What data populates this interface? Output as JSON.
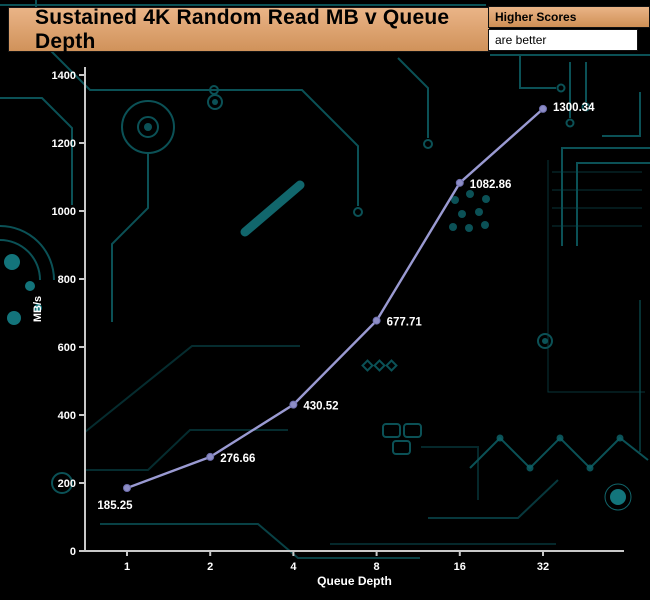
{
  "title": "Sustained 4K Random Read MB v Queue Depth",
  "legend": {
    "higher_scores": "Higher Scores",
    "are_better": "are better"
  },
  "colors": {
    "background": "#000000",
    "accent_tan": "#d89b62",
    "circuit_teal": "#0d6066",
    "line_purple": "#9a9ad2",
    "label_text": "#ffffff"
  },
  "chart_data": {
    "type": "line",
    "title": "Sustained 4K Random Read MB v Queue Depth",
    "xlabel": "Queue Depth",
    "ylabel": "MB/s",
    "categories": [
      "1",
      "2",
      "4",
      "8",
      "16",
      "32"
    ],
    "values": [
      185.25,
      276.66,
      430.52,
      677.71,
      1082.86,
      1300.34
    ],
    "point_labels": [
      "185.25",
      "276.66",
      "430.52",
      "677.71",
      "1082.86",
      "1300.34"
    ],
    "ylim": [
      0,
      1400
    ],
    "yticks": [
      0,
      200,
      400,
      600,
      800,
      1000,
      1200,
      1400
    ],
    "grid": false,
    "legend_position": "top-right",
    "line_color": "#9a9ad2",
    "point_color": "#8d8dc6"
  }
}
